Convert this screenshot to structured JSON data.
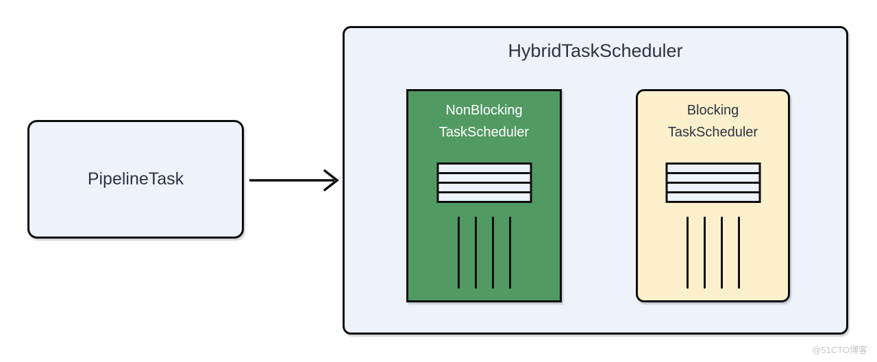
{
  "diagram": {
    "pipeline": {
      "label": "PipelineTask"
    },
    "container": {
      "title": "HybridTaskScheduler"
    },
    "schedulers": [
      {
        "line1": "NonBlocking",
        "line2": "TaskScheduler"
      },
      {
        "line1": "Blocking",
        "line2": "TaskScheduler"
      }
    ],
    "queue_rows": 4,
    "thread_lines": 4
  },
  "icons": {
    "arrow": "right-arrow-icon"
  },
  "colors": {
    "canvas_bg": "#ffffff",
    "container_fill": "#eef2fb",
    "box_fill": "#eef2fb",
    "nonblocking_fill": "#519a63",
    "nonblocking_text": "#ffffff",
    "blocking_fill": "#fcf0cc",
    "stroke": "#0c0d0e",
    "text": "#2b3442",
    "watermark": "#c6c6c6"
  },
  "watermark": {
    "text": "@51CTO博客"
  }
}
